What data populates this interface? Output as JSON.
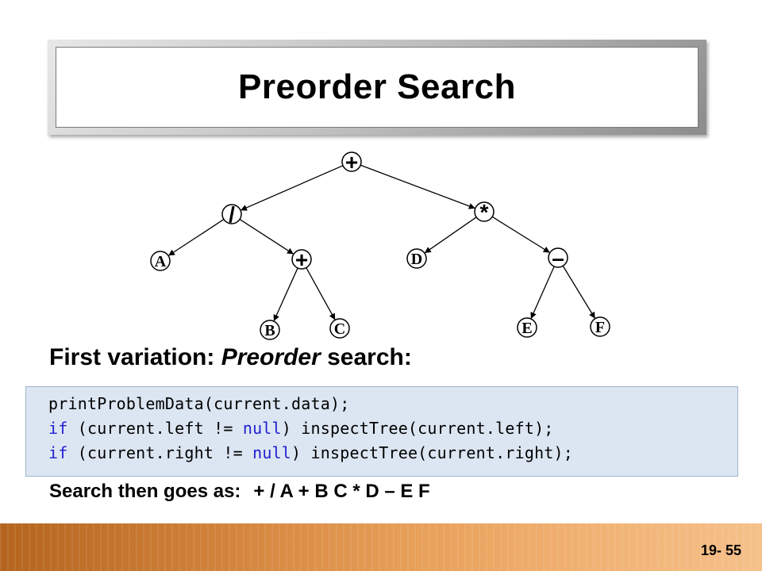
{
  "title": "Preorder Search",
  "tree": {
    "nodes": [
      {
        "id": "root",
        "label": "+",
        "kind": "op"
      },
      {
        "id": "div",
        "label": "/",
        "kind": "op"
      },
      {
        "id": "mul",
        "label": "*",
        "kind": "op"
      },
      {
        "id": "a",
        "label": "A",
        "kind": "leaf"
      },
      {
        "id": "plus2",
        "label": "+",
        "kind": "op"
      },
      {
        "id": "d",
        "label": "D",
        "kind": "leaf"
      },
      {
        "id": "minus",
        "label": "–",
        "kind": "op"
      },
      {
        "id": "b",
        "label": "B",
        "kind": "leaf"
      },
      {
        "id": "c",
        "label": "C",
        "kind": "leaf"
      },
      {
        "id": "e",
        "label": "E",
        "kind": "leaf"
      },
      {
        "id": "f",
        "label": "F",
        "kind": "leaf"
      }
    ],
    "edges": [
      [
        "root",
        "div"
      ],
      [
        "root",
        "mul"
      ],
      [
        "div",
        "a"
      ],
      [
        "div",
        "plus2"
      ],
      [
        "mul",
        "d"
      ],
      [
        "mul",
        "minus"
      ],
      [
        "plus2",
        "b"
      ],
      [
        "plus2",
        "c"
      ],
      [
        "minus",
        "e"
      ],
      [
        "minus",
        "f"
      ]
    ]
  },
  "subheading": {
    "prefix": "First variation: ",
    "emphasis": "Preorder",
    "suffix": " search:"
  },
  "code": {
    "line1": "printProblemData(current.data);",
    "line2": {
      "kw1": "if",
      "part1": " (current.left != ",
      "kw2": "null",
      "part2": ") inspectTree(current.left);"
    },
    "line3": {
      "kw1": "if",
      "part1": " (current.right != ",
      "kw2": "null",
      "part2": ") inspectTree(current.right);"
    },
    "keyword_color": "#2020d0",
    "background_color": "#dce6f2"
  },
  "sequence": {
    "label": "Search then goes as:",
    "values": "+ / A + B C * D – E F"
  },
  "footer": {
    "page_number": "19- 55",
    "band_color": "#d3843c"
  }
}
